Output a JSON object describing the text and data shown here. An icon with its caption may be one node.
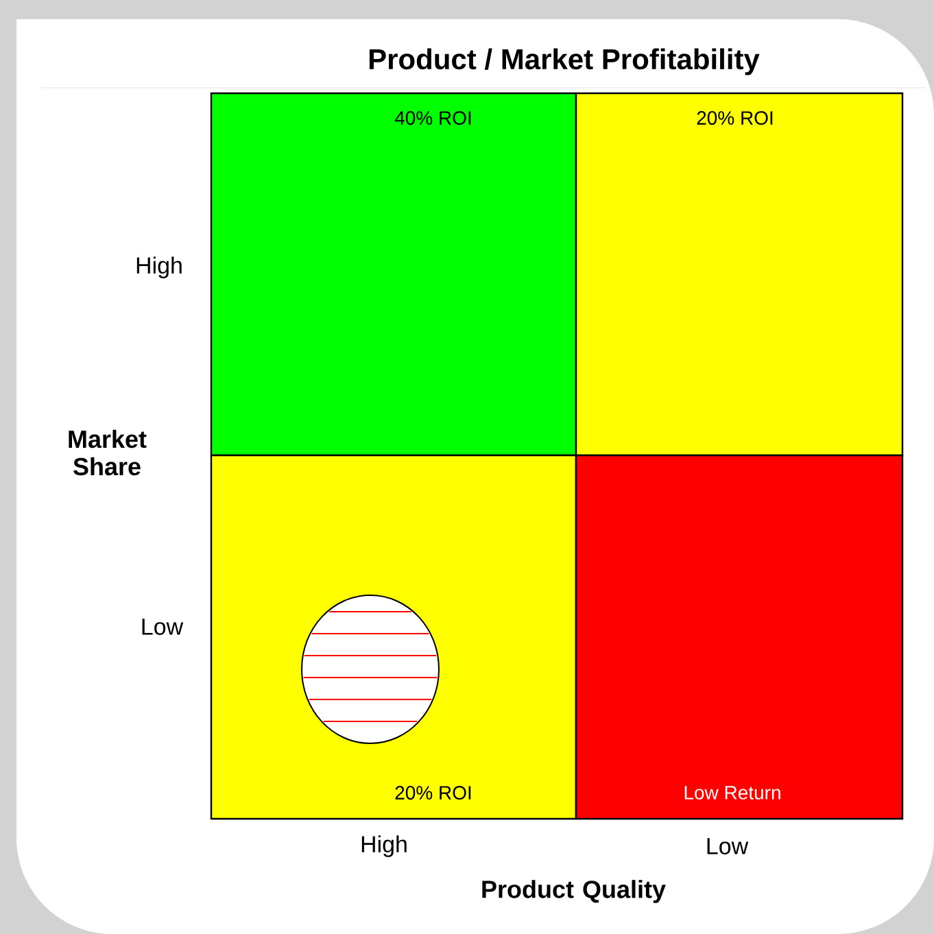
{
  "diagram": {
    "title": "Product / Market Profitability",
    "nodes": [
      {
        "text": [
          "40% ROI"
        ]
      },
      {
        "text": [
          "20% ROI"
        ]
      },
      {
        "text": [
          "20% ROI"
        ]
      },
      {
        "text": [
          "Low Return"
        ]
      },
      {
        "text": [],
        "shape": "circle",
        "in": 2
      }
    ],
    "labels": [
      "High",
      "Market Share",
      "Low",
      "High",
      "Low",
      "Product Quality"
    ]
  }
}
